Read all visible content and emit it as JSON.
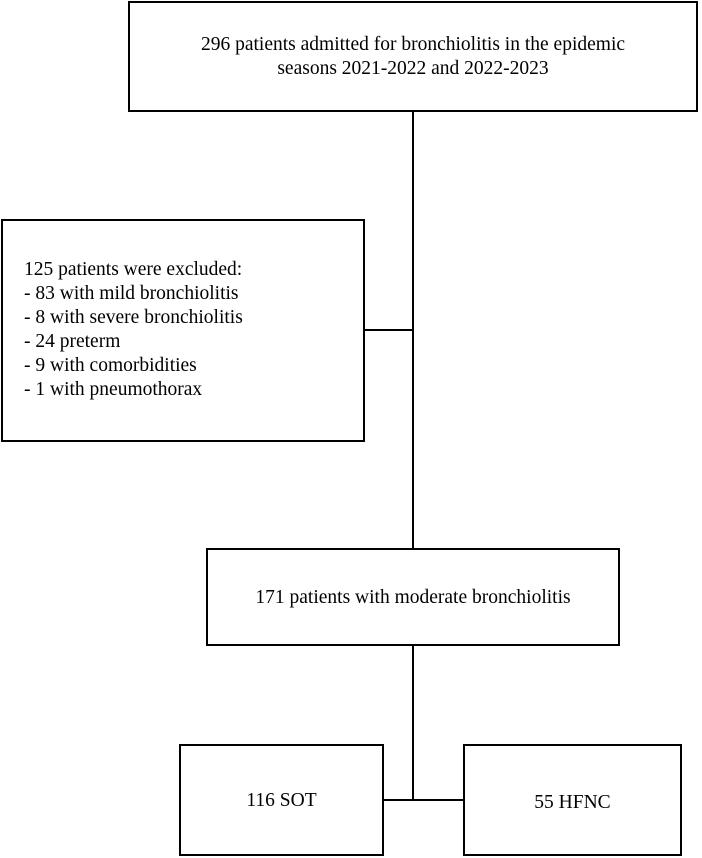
{
  "flowchart": {
    "top_box": {
      "lines": [
        "296 patients admitted for bronchiolitis in the epidemic",
        "seasons 2021-2022 and 2022-2023"
      ]
    },
    "excluded_box": {
      "heading": "125 patients were excluded:",
      "items": [
        "- 83 with mild bronchiolitis",
        "- 8 with severe bronchiolitis",
        "- 24 preterm",
        "- 9 with comorbidities",
        "- 1 with pneumothorax"
      ]
    },
    "middle_box": {
      "label": "171 patients with moderate bronchiolitis"
    },
    "left_box": {
      "label": "116 SOT"
    },
    "right_box": {
      "label": "55 HFNC"
    }
  }
}
